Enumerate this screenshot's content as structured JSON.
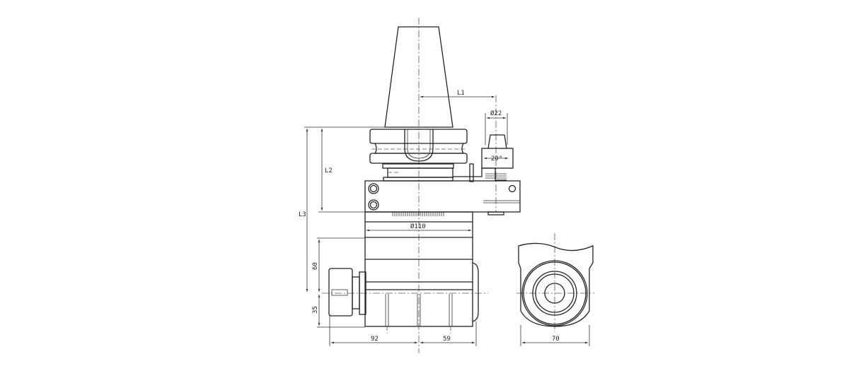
{
  "dimensions": {
    "l1": "L1",
    "bore_dia": "Ø22",
    "angle": "20°",
    "l2": "L2",
    "l3": "L3",
    "body_dia": "Ø110",
    "height_upper": "60",
    "height_lower": "35",
    "width_left": "92",
    "width_right": "59",
    "side_width": "70"
  }
}
